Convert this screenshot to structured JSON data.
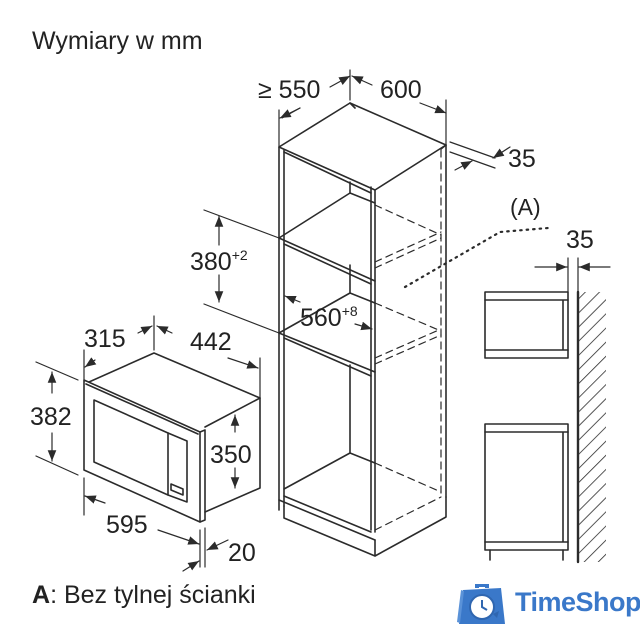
{
  "title": "Wymiary w mm",
  "cabinet": {
    "depth_label": "≥ 550",
    "width_label": "600",
    "ventilation_gap_label": "35",
    "niche_height_label": "380",
    "niche_height_tolerance": "+2",
    "niche_width_label": "560",
    "niche_width_tolerance": "+8"
  },
  "side_view": {
    "callout_label": "(A)",
    "wall_gap_label": "35"
  },
  "microwave": {
    "depth_label": "315",
    "body_width_label": "442",
    "frame_height_label": "382",
    "body_height_label": "350",
    "frame_width_label": "595",
    "frame_thickness_label": "20"
  },
  "footnote": {
    "key": "A",
    "text": ": Bez tylnej ścianki"
  },
  "logo": {
    "text": "TimeShop",
    "color": "#3a78c9"
  },
  "colors": {
    "line": "#2b2b2b",
    "background": "#ffffff",
    "brand": "#3a78c9"
  }
}
